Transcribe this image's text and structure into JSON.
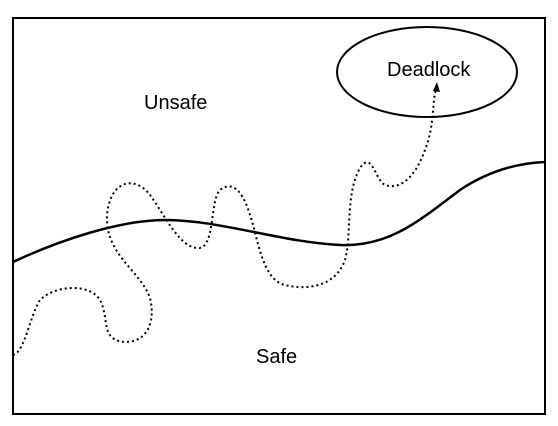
{
  "diagram": {
    "regions": {
      "unsafe_label": "Unsafe",
      "safe_label": "Safe"
    },
    "deadlock": {
      "label": "Deadlock"
    },
    "colors": {
      "stroke": "#000000",
      "background": "#ffffff"
    }
  }
}
